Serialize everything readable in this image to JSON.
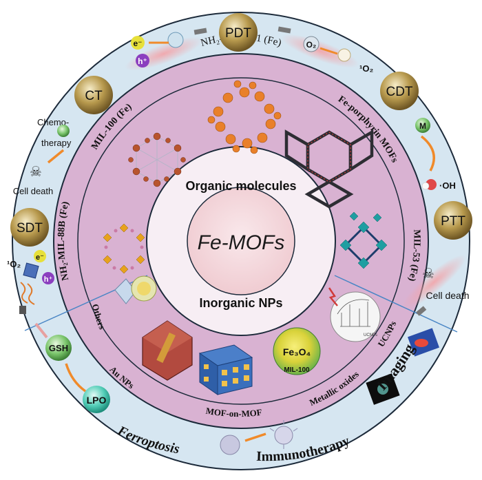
{
  "center": {
    "title": "Fe-MOFs",
    "upper_label": "Organic molecules",
    "lower_label": "Inorganic NPs"
  },
  "organic_ring": {
    "nh2_mil_101": "NH₂-MIL-101 (Fe)",
    "fe_porphyrin": "Fe-porphyrin MOFs",
    "mil_53": "MIL-53 (Fe)",
    "nh2_mil_88b": "NH₂-MIL-88B (Fe)",
    "mil_100": "MIL-100 (Fe)"
  },
  "inorganic_ring": {
    "others": "Others",
    "au_nps": "Au NPs",
    "mof_on_mof": "MOF-on-MOF",
    "metallic_oxides": "Metallic oxides",
    "ucnps": "UCNPs",
    "fe3o4": "Fe₃O₄",
    "mil_100_core": "MIL-100",
    "ucnps_small": "UCNPs"
  },
  "therapies": {
    "pdt": "PDT",
    "cdt": "CDT",
    "ptt": "PTT",
    "ct": "CT",
    "sdt": "SDT"
  },
  "labels": {
    "chemo": "Chemo-",
    "therapy": "therapy",
    "cell_death_left": "Cell death",
    "cell_death_right": "Cell death",
    "electron": "e⁻",
    "hole": "h⁺",
    "o2": "O₂",
    "singlet_o2": "¹O₂",
    "m": "M",
    "oh_radical": "·OH",
    "sdt_o2": "¹O₂",
    "sdt_e": "e⁻",
    "sdt_h": "h⁺",
    "gsh": "GSH",
    "lpo": "LPO",
    "ferroptosis": "Ferroptosis",
    "immunotherapy": "Immunotherapy",
    "imaging": "Imaging"
  },
  "colors": {
    "outer_ring": "#d6e6f1",
    "middle_ring": "#d9b2d2",
    "inner_ring": "#f3e6ef",
    "core": "#f4d7dc",
    "gold_ball": "#a8893c",
    "green_ball": "#7fc97a",
    "teal_ball": "#5fd3c0"
  }
}
